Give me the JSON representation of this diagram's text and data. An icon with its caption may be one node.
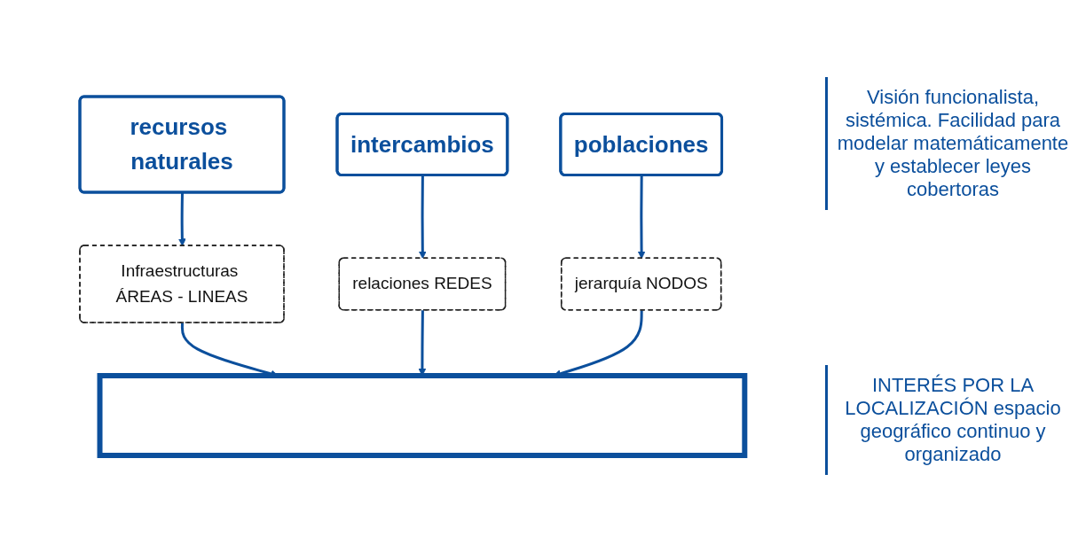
{
  "diagram": {
    "nodes": [
      {
        "text": [
          "recursos naturales"
        ]
      },
      {
        "text": [
          "intercambios"
        ]
      },
      {
        "text": [
          "poblaciones"
        ]
      },
      {
        "text": [
          "Infraestructuras ÁREAS - LINEAS"
        ]
      },
      {
        "text": [
          "relaciones REDES"
        ]
      },
      {
        "text": [
          "jerarquía NODOS"
        ]
      },
      {
        "text": [],
        "shape": "box"
      }
    ],
    "edges": [
      {
        "from": 0,
        "to": 3,
        "arrow": "to"
      },
      {
        "from": 1,
        "to": 4,
        "arrow": "to"
      },
      {
        "from": 2,
        "to": 5,
        "arrow": "to"
      },
      {
        "from": 3,
        "to": 6,
        "arrow": "to"
      },
      {
        "from": 4,
        "to": 6,
        "arrow": "to"
      },
      {
        "from": 5,
        "to": 6,
        "arrow": "to"
      }
    ],
    "labels": [
      "Visión funcionalista, sistémica. Facilidad para modelar matemáticamente y establecer leyes cobertoras",
      "INTERÉS POR LA LOCALIZACIÓN espacio geográfico continuo y organizado"
    ]
  }
}
